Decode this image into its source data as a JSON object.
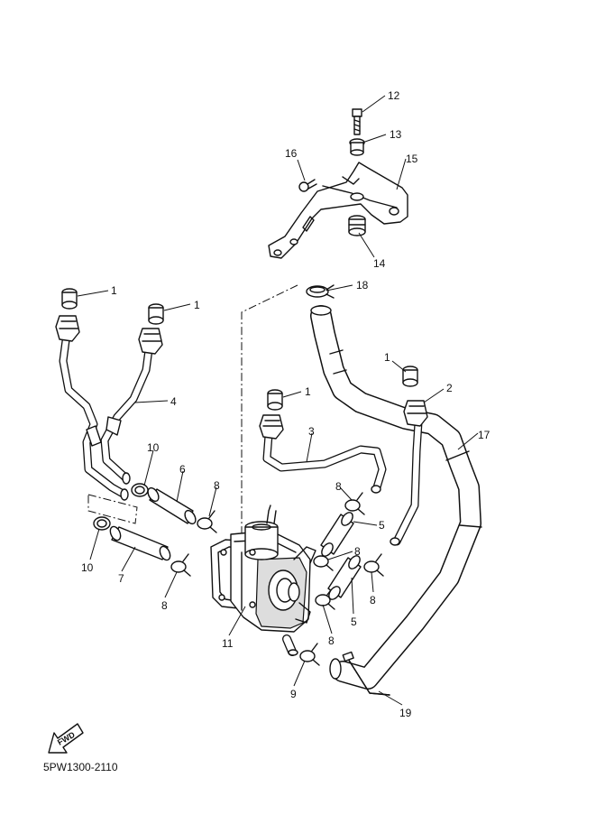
{
  "diagram": {
    "code": "5PW1300-2110",
    "fwd_label": "FWD",
    "callouts": [
      {
        "id": "c12",
        "text": "12"
      },
      {
        "id": "c13",
        "text": "13"
      },
      {
        "id": "c16",
        "text": "16"
      },
      {
        "id": "c15",
        "text": "15"
      },
      {
        "id": "c14",
        "text": "14"
      },
      {
        "id": "c18",
        "text": "18"
      },
      {
        "id": "c1a",
        "text": "1"
      },
      {
        "id": "c1b",
        "text": "1"
      },
      {
        "id": "c1c",
        "text": "1"
      },
      {
        "id": "c1d",
        "text": "1"
      },
      {
        "id": "c2",
        "text": "2"
      },
      {
        "id": "c4",
        "text": "4"
      },
      {
        "id": "c3",
        "text": "3"
      },
      {
        "id": "c17",
        "text": "17"
      },
      {
        "id": "c10a",
        "text": "10"
      },
      {
        "id": "c6",
        "text": "6"
      },
      {
        "id": "c8a",
        "text": "8"
      },
      {
        "id": "c8b",
        "text": "8"
      },
      {
        "id": "c5a",
        "text": "5"
      },
      {
        "id": "c8c",
        "text": "8"
      },
      {
        "id": "c10b",
        "text": "10"
      },
      {
        "id": "c7",
        "text": "7"
      },
      {
        "id": "c8d",
        "text": "8"
      },
      {
        "id": "c8e",
        "text": "8"
      },
      {
        "id": "c5b",
        "text": "5"
      },
      {
        "id": "c11",
        "text": "11"
      },
      {
        "id": "c8f",
        "text": "8"
      },
      {
        "id": "c9",
        "text": "9"
      },
      {
        "id": "c19",
        "text": "19"
      }
    ]
  }
}
